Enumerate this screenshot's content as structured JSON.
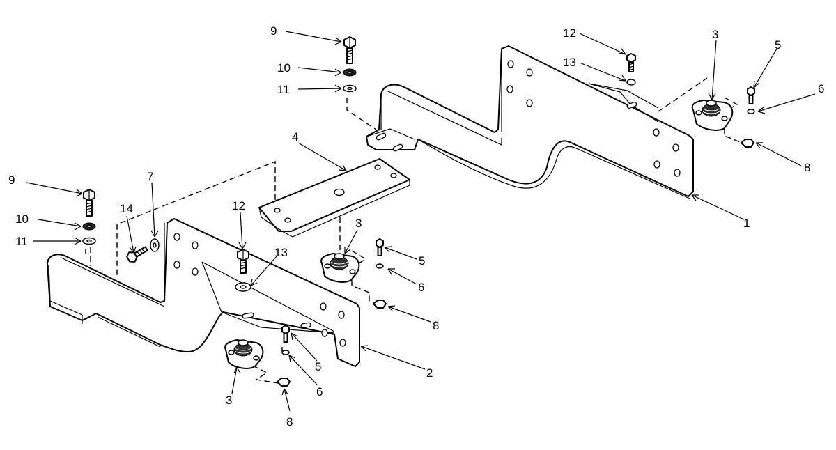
{
  "diagram": {
    "type": "exploded-parts-view",
    "colors": {
      "ink": "#000000",
      "paper": "#ffffff"
    },
    "callouts": {
      "c1": "1",
      "c2": "2",
      "c3a": "3",
      "c3b": "3",
      "c3c": "3",
      "c4": "4",
      "c5a": "5",
      "c5b": "5",
      "c5c": "5",
      "c6a": "6",
      "c6b": "6",
      "c6c": "6",
      "c7": "7",
      "c8a": "8",
      "c8b": "8",
      "c8c": "8",
      "c9a": "9",
      "c9b": "9",
      "c10a": "10",
      "c10b": "10",
      "c11a": "11",
      "c11b": "11",
      "c12a": "12",
      "c12b": "12",
      "c13a": "13",
      "c13b": "13",
      "c14": "14"
    }
  }
}
